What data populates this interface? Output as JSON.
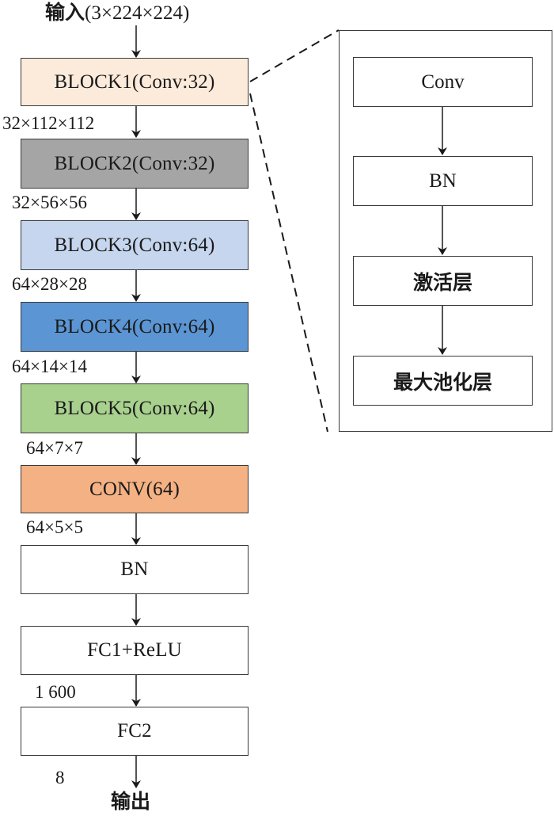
{
  "input": {
    "label": "输入",
    "shape": "(3×224×224)"
  },
  "output": {
    "label": "输出"
  },
  "blocks": [
    {
      "label": "BLOCK1(Conv:32)",
      "fill": "#fcebdb"
    },
    {
      "label": "BLOCK2(Conv:32)",
      "fill": "#a5a5a5"
    },
    {
      "label": "BLOCK3(Conv:64)",
      "fill": "#c6d6ee"
    },
    {
      "label": "BLOCK4(Conv:64)",
      "fill": "#5b95d3"
    },
    {
      "label": "BLOCK5(Conv:64)",
      "fill": "#a9d18e"
    },
    {
      "label": "CONV(64)",
      "fill": "#f4b183"
    },
    {
      "label": "BN",
      "fill": "#ffffff"
    },
    {
      "label": "FC1+ReLU",
      "fill": "#ffffff"
    },
    {
      "label": "FC2",
      "fill": "#ffffff"
    }
  ],
  "dims": [
    "32×112×112",
    "32×56×56",
    "64×28×28",
    "64×14×14",
    "64×7×7",
    "64×5×5",
    "1 600",
    "8"
  ],
  "detail": {
    "expands": "BLOCK1",
    "steps": [
      "Conv",
      "BN",
      "激活层",
      "最大池化层"
    ]
  }
}
